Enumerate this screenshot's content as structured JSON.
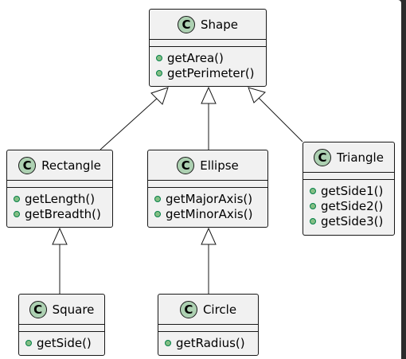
{
  "colors": {
    "class_fill": "#f1f1f1",
    "badge_fill": "#add1b2",
    "method_dot": "#84be84",
    "line": "#181818"
  },
  "classes": {
    "shape": {
      "stereotype": "C",
      "name": "Shape",
      "methods": [
        "getArea()",
        "getPerimeter()"
      ]
    },
    "rectangle": {
      "stereotype": "C",
      "name": "Rectangle",
      "methods": [
        "getLength()",
        "getBreadth()"
      ]
    },
    "ellipse": {
      "stereotype": "C",
      "name": "Ellipse",
      "methods": [
        "getMajorAxis()",
        "getMinorAxis()"
      ]
    },
    "triangle": {
      "stereotype": "C",
      "name": "Triangle",
      "methods": [
        "getSide1()",
        "getSide2()",
        "getSide3()"
      ]
    },
    "square": {
      "stereotype": "C",
      "name": "Square",
      "methods": [
        "getSide()"
      ]
    },
    "circle": {
      "stereotype": "C",
      "name": "Circle",
      "methods": [
        "getRadius()"
      ]
    }
  },
  "inheritance": [
    {
      "child": "Rectangle",
      "parent": "Shape"
    },
    {
      "child": "Ellipse",
      "parent": "Shape"
    },
    {
      "child": "Triangle",
      "parent": "Shape"
    },
    {
      "child": "Square",
      "parent": "Rectangle"
    },
    {
      "child": "Circle",
      "parent": "Ellipse"
    }
  ]
}
